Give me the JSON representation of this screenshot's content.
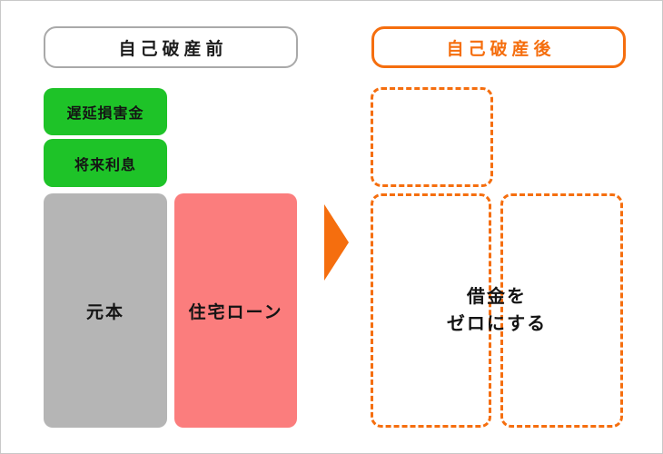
{
  "colors": {
    "accent_orange": "#f56e0e",
    "green": "#1ec328",
    "pink": "#fb7d7d",
    "gray_box": "#b5b5b5",
    "title_border_gray": "#a9a9a9",
    "frame_border": "#c8c8c8",
    "text_black": "#141414"
  },
  "before": {
    "title": "自己破産前",
    "boxes": [
      {
        "label": "遅延損害金"
      },
      {
        "label": "将来利息"
      },
      {
        "label": "元本"
      },
      {
        "label": "住宅ローン"
      }
    ]
  },
  "arrow": {
    "icon": "arrow-right"
  },
  "after": {
    "title": "自己破産後",
    "note": "借金を\nゼロにする"
  }
}
